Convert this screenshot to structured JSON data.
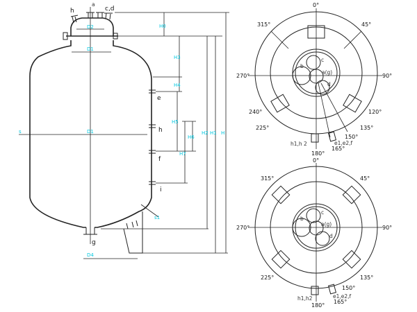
{
  "elevation": {
    "nozzle_labels": {
      "h": "h",
      "a": "a",
      "cd": "c,d",
      "e": "e",
      "h_side": "h",
      "f": "f",
      "i": "i",
      "g": "g"
    },
    "dimension_labels": {
      "d2": "D2",
      "d1": "D1",
      "d4": "D4",
      "dia": "D1",
      "s": "s",
      "s1": "s1",
      "h_top": "H0",
      "h3": "H3",
      "h4": "H4",
      "h5": "H5",
      "h6": "H6",
      "h7": "H7",
      "h2": "H2",
      "h1": "H1",
      "h": "H"
    }
  },
  "plan_top": {
    "angles": [
      "0°",
      "45°",
      "90°",
      "120°",
      "135°",
      "150°",
      "165°",
      "180°",
      "225°",
      "240°",
      "270°",
      "315°"
    ],
    "nozzles": {
      "b": "b",
      "c": "c",
      "ag": "a(g)",
      "d": "d",
      "h": "h1,h 2",
      "e": "e1,e2,f"
    }
  },
  "plan_bottom": {
    "angles": [
      "0°",
      "45°",
      "90°",
      "135°",
      "150°",
      "165°",
      "180°",
      "225°",
      "270°",
      "315°"
    ],
    "nozzles": {
      "b": "b",
      "c": "c",
      "ag": "a(g)",
      "d": "d",
      "h": "h1,h2",
      "e": "e1,e2,f"
    }
  }
}
